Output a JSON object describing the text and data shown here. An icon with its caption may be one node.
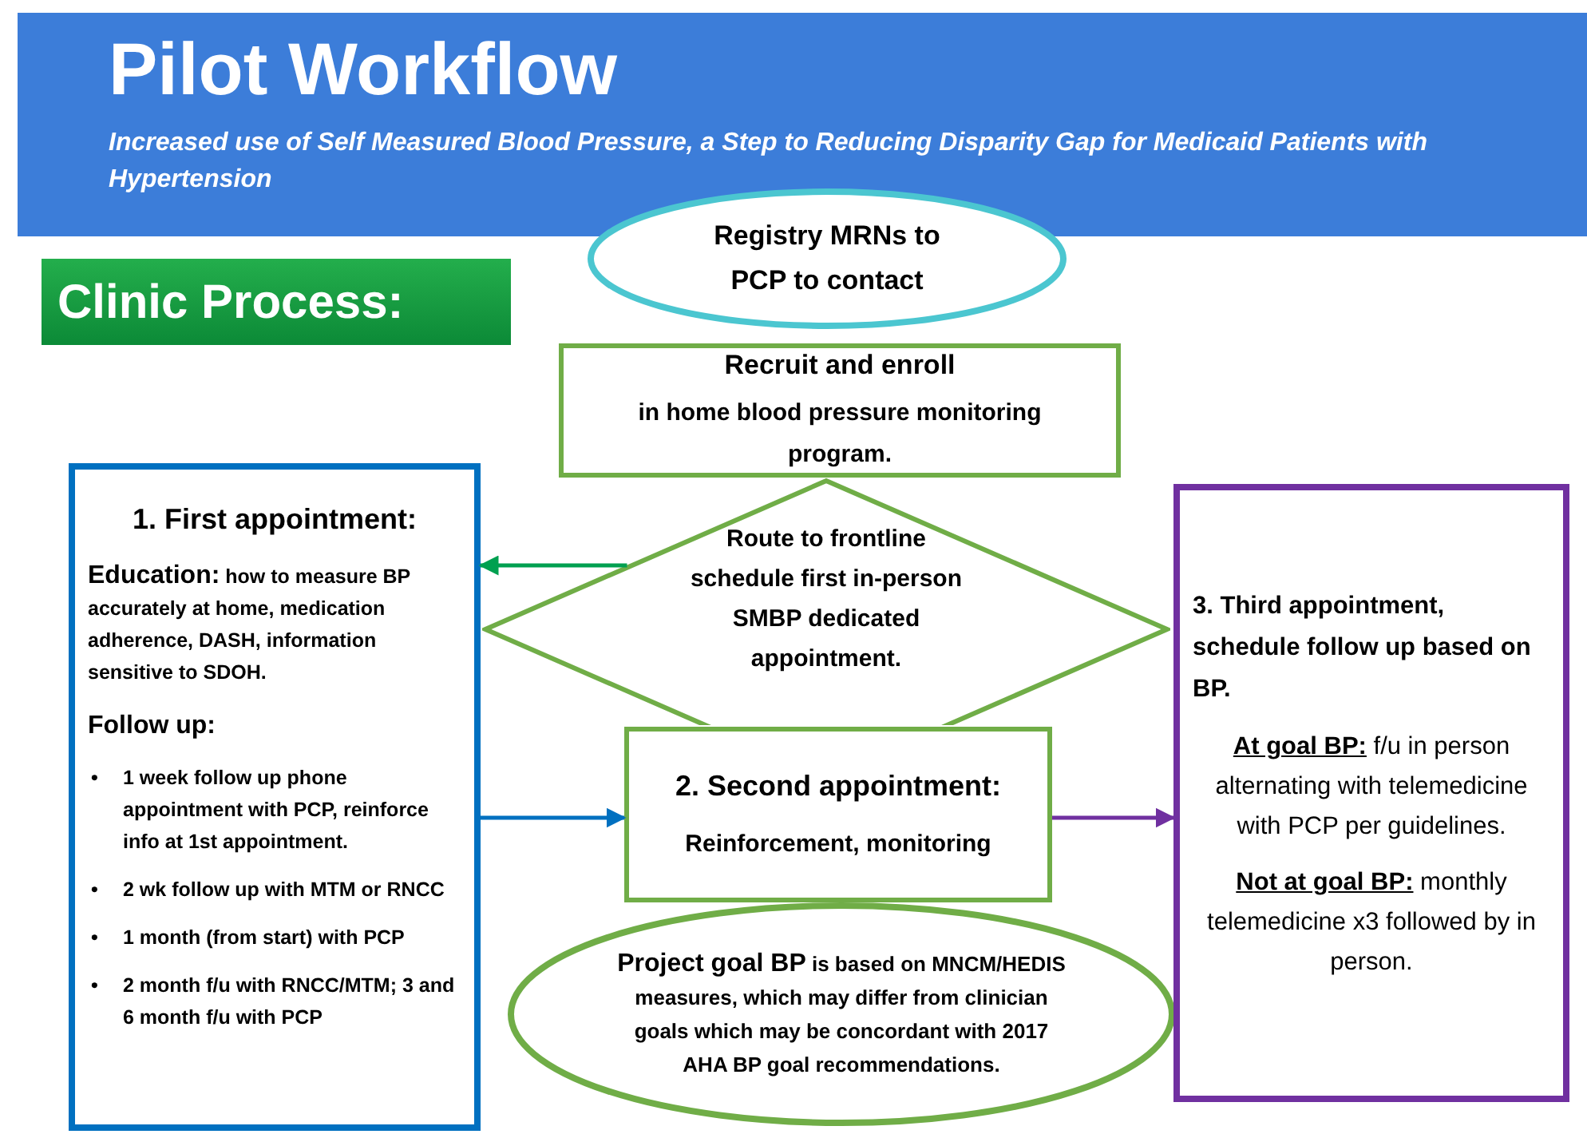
{
  "diagram": {
    "nodes": [
      {
        "text": [
          "Pilot Workflow",
          "Increased use of Self Measured Blood Pressure, a Step to Reducing Disparity Gap for Medicaid Patients with Hypertension"
        ]
      },
      {
        "text": [
          "Clinic Process:"
        ]
      },
      {
        "text": [
          "Registry MRNs to PCP to contact"
        ]
      },
      {
        "text": [
          "Recruit and enroll",
          "in home blood pressure monitoring program."
        ]
      },
      {
        "text": [
          "Route to frontline schedule first in-person SMBP dedicated appointment."
        ]
      },
      {
        "text": [
          "1. First appointment:",
          "**Education:** how to measure BP accurately at home,  medication adherence, DASH, information sensitive to SDOH.",
          "Follow up:",
          "•",
          "1 week follow up phone appointment with PCP, reinforce info at 1st appointment.",
          "•",
          "2 wk follow up with MTM or RNCC",
          "•",
          "1 month (from start) with PCP",
          "•",
          "2 month f/u with RNCC/MTM; 3 and 6 month f/u with PCP"
        ]
      },
      {
        "text": [
          "2. Second appointment:",
          "Reinforcement, monitoring"
        ]
      },
      {
        "text": [
          "**Project goal BP** is based on MNCM/HEDIS measures, which may differ from clinician goals which may be concordant with 2017 AHA BP goal recommendations."
        ]
      },
      {
        "text": [
          "3. Third appointment, schedule follow up based on BP.",
          "**At goal BP:** f/u in person alternating with telemedicine with PCP per guidelines.",
          "**Not at goal BP:** monthly telemedicine x3 followed by in person."
        ]
      }
    ],
    "edges": [
      {
        "from": 4,
        "to": 5,
        "arrow": "to",
        "color": "#00a050"
      },
      {
        "from": 5,
        "to": 6,
        "arrow": "to",
        "color": "#0070c0"
      },
      {
        "from": 6,
        "to": 8,
        "arrow": "to",
        "color": "#7030a0"
      }
    ]
  }
}
